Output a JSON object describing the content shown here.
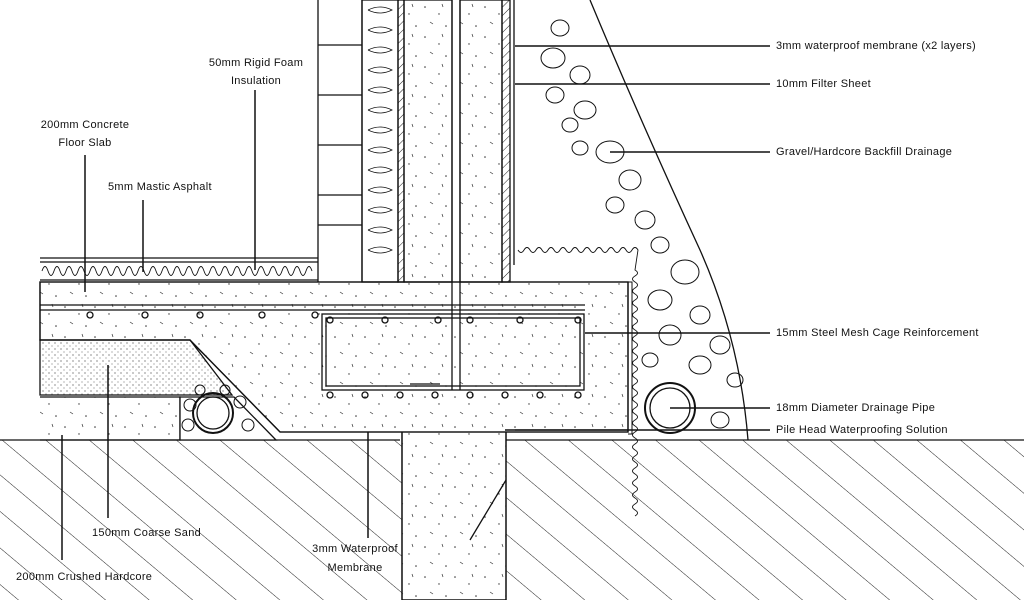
{
  "diagram": {
    "labels": {
      "membrane_x2": "3mm waterproof membrane (x2 layers)",
      "filter_sheet": "10mm Filter Sheet",
      "gravel_backfill": "Gravel/Hardcore Backfill Drainage",
      "rigid_foam_1": "50mm Rigid Foam",
      "rigid_foam_2": "Insulation",
      "slab_1": "200mm Concrete",
      "slab_2": "Floor Slab",
      "mastic": "5mm Mastic Asphalt",
      "steel_mesh": "15mm Steel Mesh Cage Reinforcement",
      "drain_pipe": "18mm Diameter Drainage Pipe",
      "pile_head": "Pile Head Waterproofing Solution",
      "coarse_sand": "150mm Coarse Sand",
      "waterproof_membrane_1": "3mm Waterproof",
      "waterproof_membrane_2": "Membrane",
      "crushed_hardcore": "200mm Crushed Hardcore"
    },
    "colors": {
      "ink": "#111111",
      "background": "#ffffff"
    }
  }
}
